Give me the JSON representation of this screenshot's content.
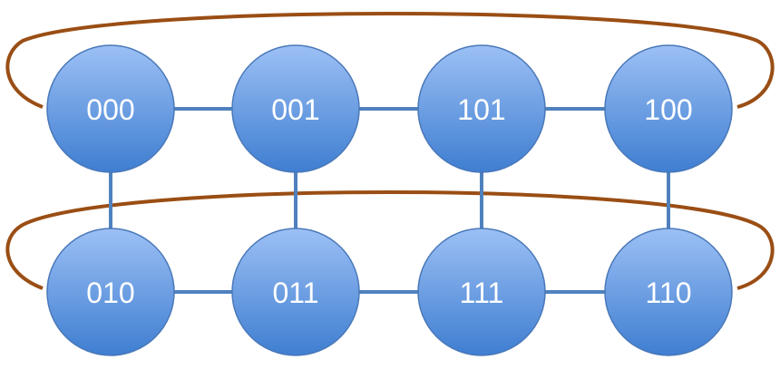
{
  "colors": {
    "node_fill_top": "#9cc0f5",
    "node_fill_bottom": "#3f7ed1",
    "node_stroke": "#4a78b8",
    "edge": "#4f81bd",
    "wrap_edge": "#9a4e14",
    "label": "#ffffff"
  },
  "nodes": {
    "n000": "000",
    "n001": "001",
    "n101": "101",
    "n100": "100",
    "n010": "010",
    "n011": "011",
    "n111": "111",
    "n110": "110"
  }
}
